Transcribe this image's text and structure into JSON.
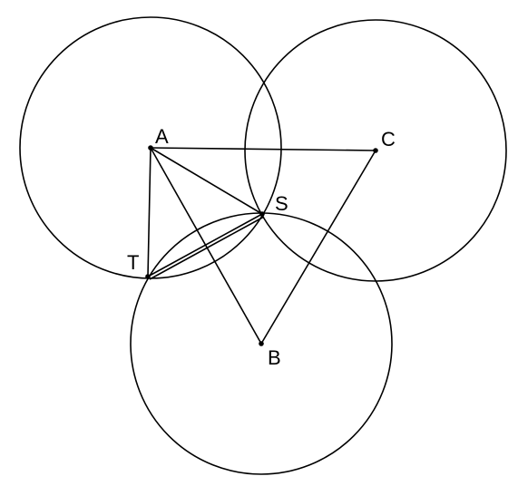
{
  "diagram": {
    "points": {
      "A": {
        "label": "A"
      },
      "B": {
        "label": "B"
      },
      "C": {
        "label": "C"
      },
      "S": {
        "label": "S"
      },
      "T": {
        "label": "T"
      }
    },
    "circles": [
      {
        "center": "A",
        "through": "T"
      },
      {
        "center": "C",
        "through": "S"
      },
      {
        "center": "B",
        "through": "S"
      }
    ],
    "segments": [
      [
        "A",
        "C"
      ],
      [
        "A",
        "T"
      ],
      [
        "A",
        "S"
      ],
      [
        "A",
        "B"
      ],
      [
        "C",
        "B"
      ],
      [
        "T",
        "S"
      ]
    ]
  },
  "colors": {
    "stroke": "#000000",
    "background": "#ffffff"
  }
}
